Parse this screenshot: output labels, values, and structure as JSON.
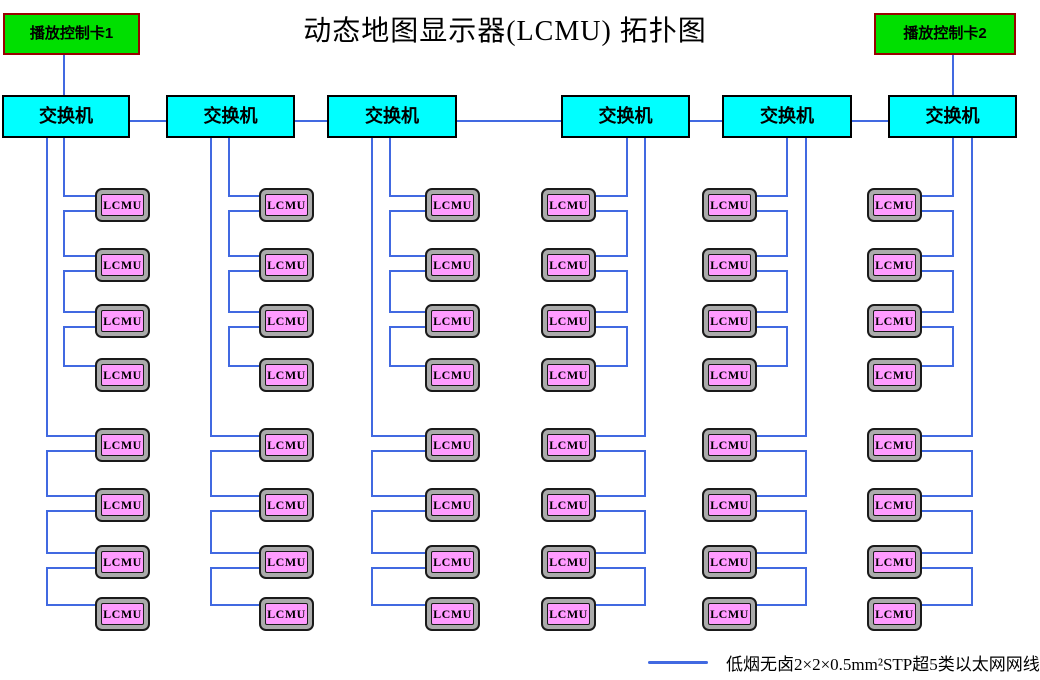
{
  "title": "动态地图显示器(LCMU) 拓扑图",
  "controllers": [
    {
      "label": "播放控制卡1"
    },
    {
      "label": "播放控制卡2"
    }
  ],
  "columns": [
    {
      "switch": "交换机",
      "lcmus": [
        "LCMU",
        "LCMU",
        "LCMU",
        "LCMU",
        "LCMU",
        "LCMU",
        "LCMU",
        "LCMU"
      ]
    },
    {
      "switch": "交换机",
      "lcmus": [
        "LCMU",
        "LCMU",
        "LCMU",
        "LCMU",
        "LCMU",
        "LCMU",
        "LCMU",
        "LCMU"
      ]
    },
    {
      "switch": "交换机",
      "lcmus": [
        "LCMU",
        "LCMU",
        "LCMU",
        "LCMU",
        "LCMU",
        "LCMU",
        "LCMU",
        "LCMU"
      ]
    },
    {
      "switch": "交换机",
      "lcmus": [
        "LCMU",
        "LCMU",
        "LCMU",
        "LCMU",
        "LCMU",
        "LCMU",
        "LCMU",
        "LCMU"
      ]
    },
    {
      "switch": "交换机",
      "lcmus": [
        "LCMU",
        "LCMU",
        "LCMU",
        "LCMU",
        "LCMU",
        "LCMU",
        "LCMU",
        "LCMU"
      ]
    },
    {
      "switch": "交换机",
      "lcmus": [
        "LCMU",
        "LCMU",
        "LCMU",
        "LCMU",
        "LCMU",
        "LCMU",
        "LCMU",
        "LCMU"
      ]
    }
  ],
  "legend": {
    "label": "低烟无卤2×2×0.5mm²STP超5类以太网网线"
  },
  "colors": {
    "controller_fill": "#00DF00",
    "controller_border": "#990000",
    "switch_fill": "#00FFFF",
    "lcmu_frame": "#ABABAB",
    "lcmu_fill": "#FF9BFF",
    "cable": "#4169E1"
  }
}
